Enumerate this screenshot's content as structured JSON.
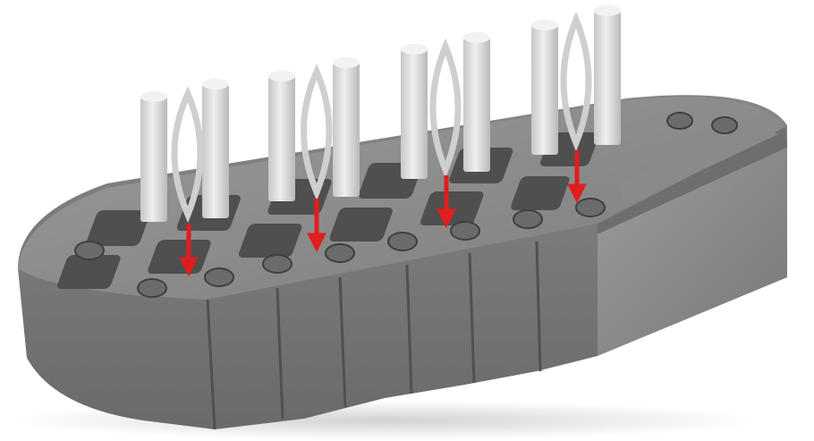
{
  "image": {
    "subject": "3d-printed-sole-lattice-with-pins",
    "colors": {
      "background": "#ffffff",
      "body_top": "#8c8c8c",
      "body_side": "#7a7a7a",
      "body_dark": "#555555",
      "cell_shadow": "#4d4d4d",
      "pin_light": "#e3e3e3",
      "pin_shade": "#bdbdbd",
      "arrow": "#e01e1e"
    },
    "pin_pairs": 4,
    "arrows": 4
  }
}
